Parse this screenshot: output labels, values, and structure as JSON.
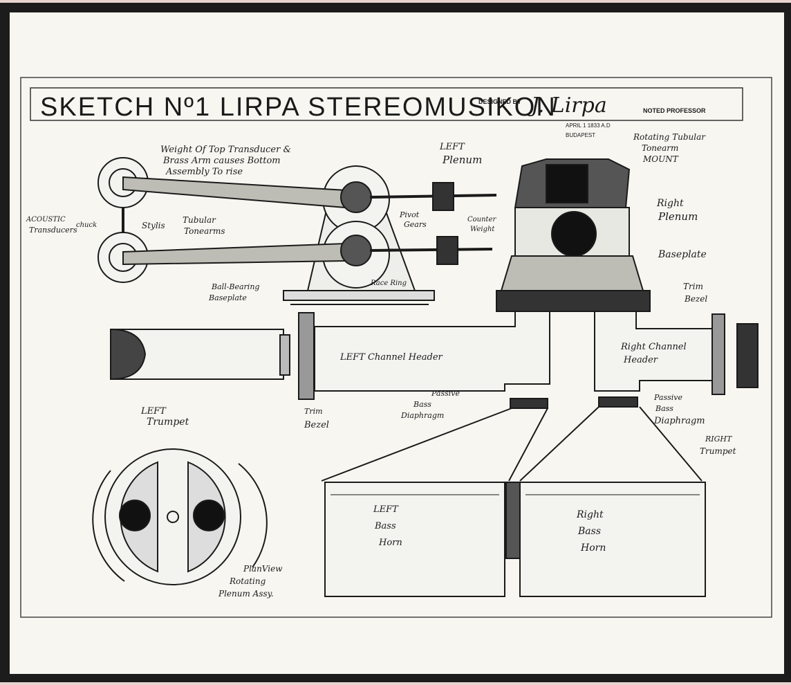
{
  "title": {
    "main": "SKETCH Nº1 LIRPA STEREOMUSIKON",
    "designed_by": "DESIGNED BY",
    "signature": "J. Lirpa",
    "role": "NOTED PROFESSOR",
    "date": "APRIL 1   1833 A.D",
    "place": "BUDAPEST"
  },
  "labels": {
    "weight_note_1": "Weight Of Top Transducer &",
    "weight_note_2": "Brass Arm causes Bottom",
    "weight_note_3": "Assembly To rise",
    "left_plenum_1": "LEFT",
    "left_plenum_2": "Plenum",
    "rotating_1": "Rotating Tubular",
    "rotating_2": "Tonearm",
    "rotating_3": "MOUNT",
    "acoustic_1": "ACOUSTIC",
    "acoustic_2": "Transducers",
    "chuck": "chuck",
    "stylus": "Stylis",
    "tubular_1": "Tubular",
    "tubular_2": "Tonearms",
    "pivot_1": "Pivot",
    "pivot_2": "Gears",
    "counterweight_1": "Counter",
    "counterweight_2": "Weight",
    "right_plenum_1": "Right",
    "right_plenum_2": "Plenum",
    "baseplate": "Baseplate",
    "ball_bearing_1": "Ball-Bearing",
    "ball_bearing_2": "Baseplate",
    "race_ring": "Race Ring",
    "trim_bezel_right_1": "Trim",
    "trim_bezel_right_2": "Bezel",
    "left_header": "LEFT Channel Header",
    "right_header_1": "Right Channel",
    "right_header_2": "Header",
    "left_trumpet_1": "LEFT",
    "left_trumpet_2": "Trumpet",
    "trim_bezel_left_1": "Trim",
    "trim_bezel_left_2": "Bezel",
    "passive_left_1": "Passive",
    "passive_left_2": "Bass",
    "passive_left_3": "Diaphragm",
    "passive_right_1": "Passive",
    "passive_right_2": "Bass",
    "passive_right_3": "Diaphragm",
    "right_trumpet_1": "RIGHT",
    "right_trumpet_2": "Trumpet",
    "left_bass_1": "LEFT",
    "left_bass_2": "Bass",
    "left_bass_3": "Horn",
    "right_bass_1": "Right",
    "right_bass_2": "Bass",
    "right_bass_3": "Horn",
    "planview_1": "PlanView",
    "planview_2": "Rotating",
    "planview_3": "Plenum Assy."
  },
  "colors": {
    "ink": "#1a1a1a",
    "paper": "#f7f6f1",
    "frame": "#1c1c1c",
    "pink": "#e8d4cf"
  }
}
